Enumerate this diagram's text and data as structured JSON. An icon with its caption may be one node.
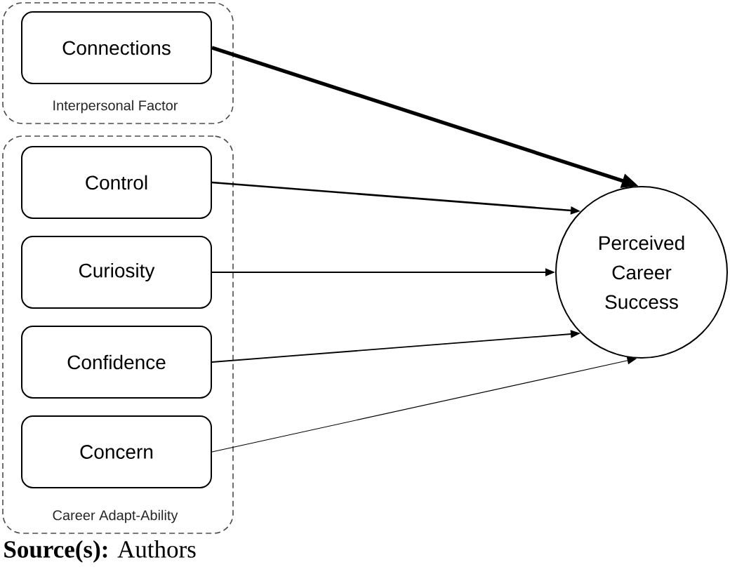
{
  "diagram": {
    "caption": "**Source(s):** Authors",
    "nodes": [
      {
        "text": [
          "Interpersonal Factor"
        ]
      },
      {
        "text": [
          "Connections"
        ],
        "in": 0
      },
      {
        "text": [
          "Career Adapt-Ability"
        ]
      },
      {
        "text": [
          "Control"
        ],
        "in": 2
      },
      {
        "text": [
          "Curiosity"
        ],
        "in": 2
      },
      {
        "text": [
          "Confidence"
        ],
        "in": 2
      },
      {
        "text": [
          "Concern"
        ],
        "in": 2
      },
      {
        "text": [
          "Perceived Career Success"
        ]
      }
    ],
    "edges": [
      {
        "from": 1,
        "to": 7,
        "arrow": "to",
        "style": "thick"
      },
      {
        "from": 3,
        "to": 7,
        "arrow": "to"
      },
      {
        "from": 4,
        "to": 7,
        "arrow": "to"
      },
      {
        "from": 5,
        "to": 7,
        "arrow": "to"
      },
      {
        "from": 6,
        "to": 7,
        "arrow": "to"
      }
    ]
  }
}
